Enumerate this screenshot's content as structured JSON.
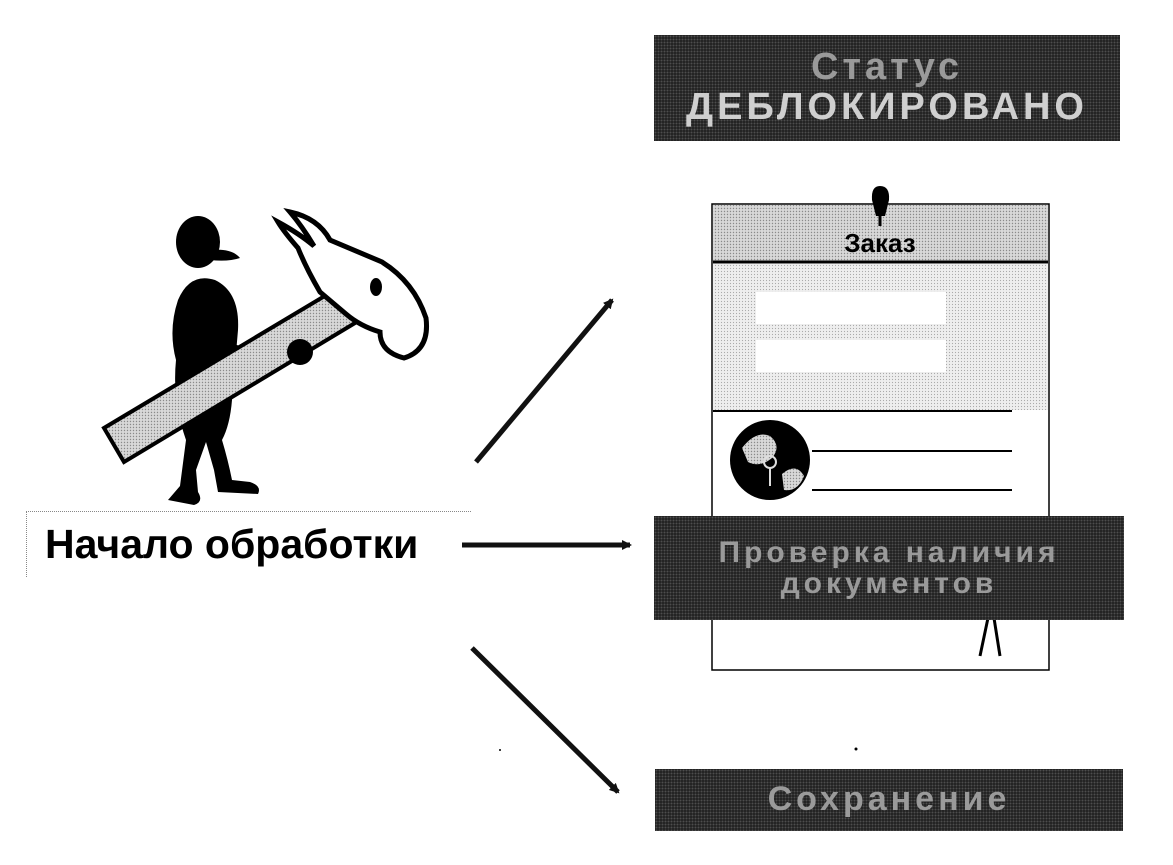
{
  "start": {
    "label": "Начало обработки"
  },
  "document": {
    "title": "Заказ"
  },
  "results": {
    "status_line1": "Статус",
    "status_line2": "ДЕБЛОКИРОВАНО",
    "check_line1": "Проверка наличия",
    "check_line2": "документов",
    "save": "Сохранение"
  },
  "icons": {
    "worker": "worker-with-hammer-icon",
    "pin": "pushpin-icon",
    "globe": "globe-icon"
  },
  "colors": {
    "box_fill": "#1b1b1b",
    "box_text": "#9a9a9a",
    "line": "#111111"
  }
}
